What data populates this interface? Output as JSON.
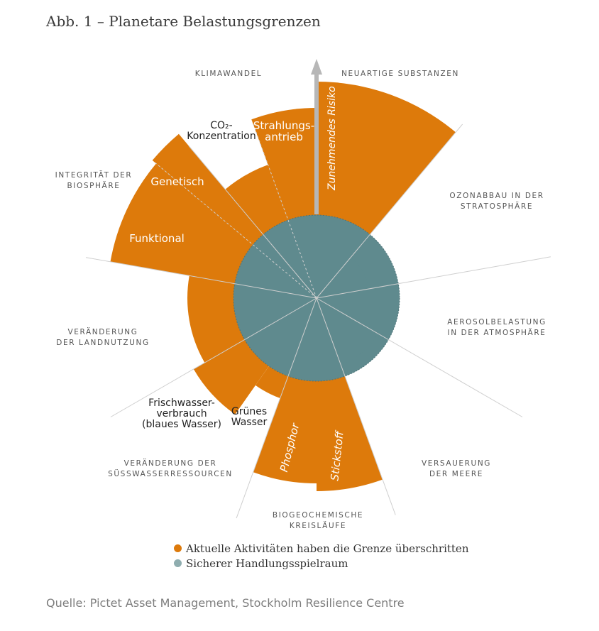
{
  "title": "Abb. 1 – Planetare Belastungsgrenzen",
  "legend": {
    "exceeded": "Aktuelle Aktivitäten haben die Grenze überschritten",
    "safe": "Sicherer Handlungsspielraum"
  },
  "source": "Quelle: Pictet Asset Management, Stockholm Resilience Centre",
  "colors": {
    "exceeded": "#dd7a0b",
    "safe": "#5f8a8e",
    "safe_light": "#8fadaf",
    "divider": "#cfcfcf",
    "arrow": "#b7b7b7"
  },
  "chart_data": {
    "type": "radial",
    "arrow_label": "Zunehmendes Risiko",
    "categories": [
      {
        "key": "climate",
        "label": [
          "KLIMAWANDEL"
        ]
      },
      {
        "key": "novel",
        "label": [
          "NEUARTIGE SUBSTANZEN"
        ]
      },
      {
        "key": "ozone",
        "label": [
          "OZONABBAU IN DER",
          "STRATOSPHÄRE"
        ]
      },
      {
        "key": "aerosol",
        "label": [
          "AEROSOLBELASTUNG",
          "IN DER ATMOSPHÄRE"
        ]
      },
      {
        "key": "ocean",
        "label": [
          "VERSAUERUNG",
          "DER MEERE"
        ]
      },
      {
        "key": "biogeo",
        "label": [
          "BIOGEOCHEMISCHE",
          "KREISLÄUFE"
        ]
      },
      {
        "key": "freshwater",
        "label": [
          "VERÄNDERUNG DER",
          "SÜSSWASSERRESSOURCEN"
        ]
      },
      {
        "key": "land",
        "label": [
          "VERÄNDERUNG",
          "DER LANDNUTZUNG"
        ]
      },
      {
        "key": "biosphere",
        "label": [
          "INTEGRITÄT DER",
          "BIOSPHÄRE"
        ]
      }
    ],
    "segments": [
      {
        "key": "novel",
        "status": "exceeded",
        "label": []
      },
      {
        "key": "strahlung",
        "status": "exceeded",
        "label": [
          "Strahlungs-",
          "antrieb"
        ]
      },
      {
        "key": "co2",
        "status": "exceeded",
        "label": [
          "CO₂-",
          "Konzentration"
        ]
      },
      {
        "key": "genetisch",
        "status": "exceeded",
        "label": [
          "Genetisch"
        ]
      },
      {
        "key": "funktional",
        "status": "exceeded",
        "label": [
          "Funktional"
        ]
      },
      {
        "key": "land",
        "status": "exceeded",
        "label": []
      },
      {
        "key": "frischwasser",
        "status": "exceeded",
        "label": [
          "Frischwasser-",
          "verbrauch",
          "(blaues Wasser)"
        ]
      },
      {
        "key": "gruenes",
        "status": "exceeded",
        "label": [
          "Grünes",
          "Wasser"
        ]
      },
      {
        "key": "phosphor",
        "status": "exceeded",
        "label": [
          "Phosphor"
        ]
      },
      {
        "key": "stickstoff",
        "status": "exceeded",
        "label": [
          "Stickstoff"
        ]
      },
      {
        "key": "ozone",
        "status": "safe",
        "label": []
      },
      {
        "key": "aerosol",
        "status": "safe",
        "label": []
      },
      {
        "key": "ocean",
        "status": "safe",
        "label": []
      }
    ]
  }
}
